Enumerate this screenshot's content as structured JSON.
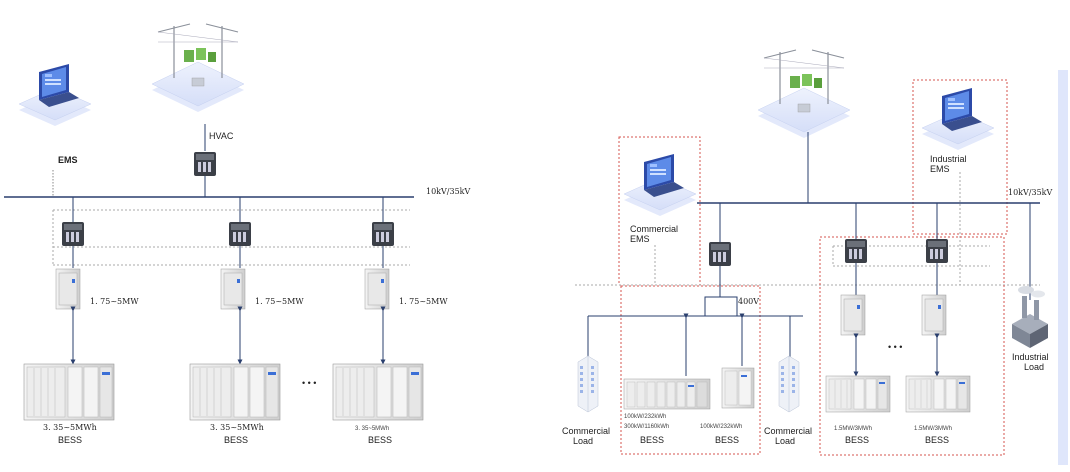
{
  "left": {
    "ems": "EMS",
    "hvac": "HVAC",
    "bus": "10kV/35kV",
    "pcs_ratings": [
      "1. 75~5MW",
      "1. 75~5MW",
      "1. 75~5MW"
    ],
    "bess_capacity": [
      "3. 35~5MWh",
      "3. 35~5MWh",
      "3. 35~5MWh"
    ],
    "bess": [
      "BESS",
      "BESS",
      "BESS"
    ],
    "ellipsis": "• • •"
  },
  "right": {
    "bus": "10kV/35kV",
    "commercial_ems": [
      "Commercial",
      "EMS"
    ],
    "industrial_ems": [
      "Industrial",
      "EMS"
    ],
    "low_voltage": "400V",
    "commercial_load_left": [
      "Commercial",
      "Load"
    ],
    "commercial_load_right": [
      "Commercial",
      "Load"
    ],
    "industrial_load": [
      "Industrial",
      "Load"
    ],
    "bess_commercial_specs": [
      "100kW/232kWh",
      "300kW/1160kWh"
    ],
    "bess_commercial_label": "BESS",
    "bess_small_spec": "100kW/232kWh",
    "bess_small_label": "BESS",
    "bess_industrial_specs": [
      "1.5MW/3MWh",
      "1.5MW/3MWh"
    ],
    "bess_industrial_labels": [
      "BESS",
      "BESS"
    ],
    "ellipsis": "• • •"
  },
  "colors": {
    "bus": "#2a3f6e",
    "red_dash": "#d6544f",
    "accent_blue": "#3b6fd6",
    "tile": "#dfe6fb"
  }
}
